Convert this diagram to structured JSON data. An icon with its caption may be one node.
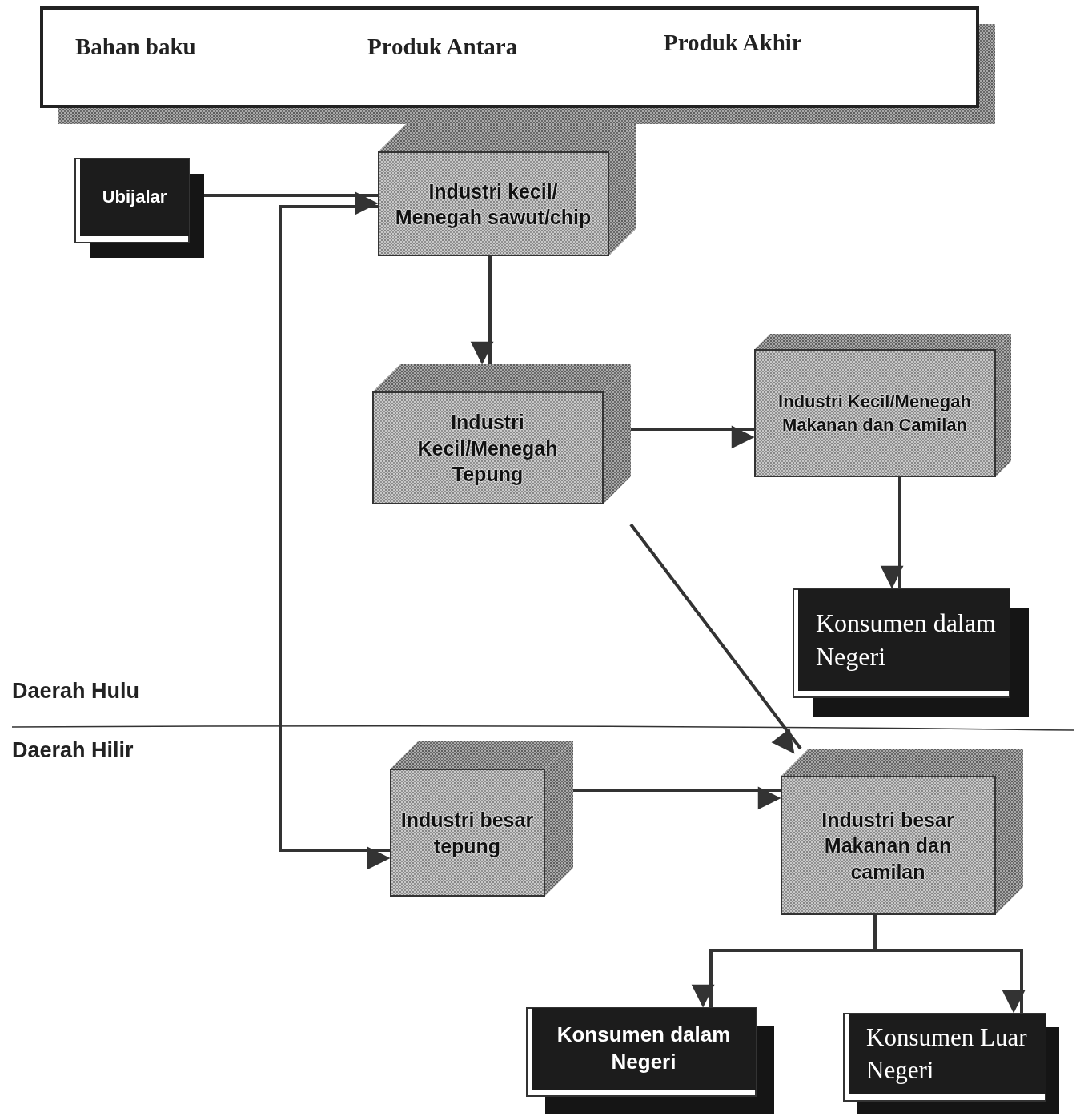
{
  "diagram": {
    "nodes": [
      {
        "text": [
          "Bahan baku",
          "Produk Antara",
          "Produk Akhir"
        ]
      },
      {
        "text": [
          "Ubijalar"
        ]
      },
      {
        "text": [
          "Industri kecil/ Menegah sawut/chip"
        ]
      },
      {
        "text": [
          "Industri Kecil/Menegah Tepung"
        ]
      },
      {
        "text": [
          "Industri Kecil/Menegah Makanan dan Camilan"
        ]
      },
      {
        "text": [
          "Konsumen dalam Negeri"
        ]
      },
      {
        "text": [
          "Industri besar tepung"
        ]
      },
      {
        "text": [
          "Industri besar Makanan dan camilan"
        ]
      },
      {
        "text": [
          "Konsumen dalam Negeri"
        ]
      },
      {
        "text": [
          "Konsumen Luar Negeri"
        ]
      }
    ],
    "edges": [
      {
        "from": 1,
        "to": 2,
        "arrow": "to"
      },
      {
        "from": 2,
        "to": 6,
        "arrow": "to"
      },
      {
        "from": 2,
        "to": 3,
        "arrow": "to"
      },
      {
        "from": 3,
        "to": 4,
        "arrow": "to"
      },
      {
        "from": 4,
        "to": 5,
        "arrow": "to"
      },
      {
        "from": 3,
        "to": 7,
        "arrow": "to"
      },
      {
        "from": 6,
        "to": 7,
        "arrow": "to"
      },
      {
        "from": 7,
        "to": 8,
        "arrow": "to"
      },
      {
        "from": 7,
        "to": 9,
        "arrow": "to"
      }
    ],
    "labels": [
      "Daerah Hulu",
      "Daerah Hilir"
    ]
  }
}
